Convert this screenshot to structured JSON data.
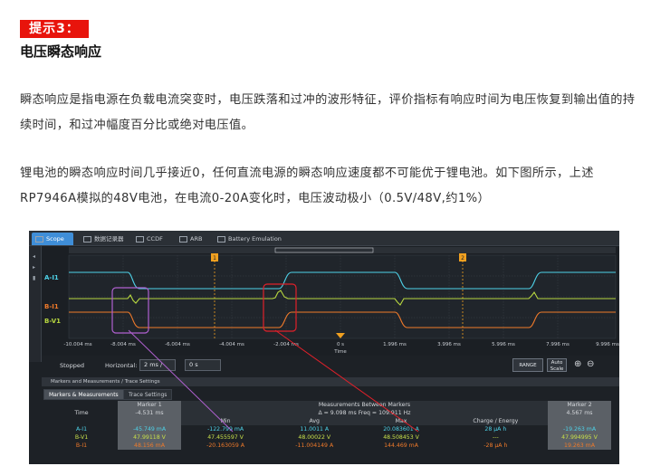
{
  "tip_label": "提示3：",
  "section_title": "电压瞬态响应",
  "paragraphs": [
    "瞬态响应是指电源在负载电流突变时，电压跌落和过冲的波形特征，评价指标有响应时间为电压恢复到输出值的持续时间，和过冲幅度百分比或绝对电压值。",
    "锂电池的瞬态响应时间几乎接近0，任何直流电源的瞬态响应速度都不可能优于锂电池。如下图所示，上述RP7946A模拟的48V电池，在电流0-20A变化时，电压波动极小（0.5V/48V,约1%）"
  ],
  "scope": {
    "tabs": [
      "Scope",
      "数据记录器",
      "CCDF",
      "ARB",
      "Battery Emulation"
    ],
    "side_tools": [
      "◂",
      "▸",
      "▮"
    ],
    "channels": [
      "A-I1",
      "B-I1",
      "B-V1"
    ],
    "channel_colors": {
      "A-I1": "#4ed2e8",
      "B-I1": "#f07a2a",
      "B-V1": "#b8d840"
    },
    "marker_labels": [
      "1",
      "2"
    ],
    "x_ticks": [
      "-10.004 ms",
      "-8.004 ms",
      "-6.004 ms",
      "-4.004 ms",
      "-2.004 ms",
      "0 s",
      "1.996 ms",
      "3.996 ms",
      "5.996 ms",
      "7.996 ms",
      "9.996 ms"
    ],
    "x_label": "Time",
    "status": "Stopped",
    "horizontal_label": "Horizontal:",
    "horizontal_value": "2 ms /",
    "offset_value": "0 s",
    "range_button": "RANGE",
    "auto_scale_line1": "Auto",
    "auto_scale_line2": "Scale",
    "measurements_header": "Markers and Measurements / Trace Settings",
    "subtabs": [
      "Markers & Measurements",
      "Trace Settings"
    ],
    "table": {
      "marker1_label": "Marker 1",
      "marker2_label": "Marker 2",
      "between_title": "Measurements Between Markers",
      "delta": "Δ = 9.098 ms    Freq = 109.911 Hz",
      "time_label": "Time",
      "marker1_time": "-4.531 ms",
      "marker2_time": "4.567 ms",
      "cols": [
        "Min",
        "Avg",
        "Max",
        "Charge / Energy"
      ],
      "rows": [
        {
          "name": "A-I1",
          "m1": "-45.749 mA",
          "min": "-122.799 mA",
          "avg": "11.0011 A",
          "max": "20.083601 A",
          "ce": "28 µA h",
          "m2": "-19.263 mA"
        },
        {
          "name": "B-V1",
          "m1": "47.99118 V",
          "min": "47.455597 V",
          "avg": "48.00022 V",
          "max": "48.508453 V",
          "ce": "---",
          "m2": "47.994995 V"
        },
        {
          "name": "B-I1",
          "m1": "48.156 mA",
          "min": "-20.163059 A",
          "avg": "-11.004149 A",
          "max": "144.469 mA",
          "ce": "-28 µA h",
          "m2": "19.263 mA"
        }
      ]
    }
  }
}
